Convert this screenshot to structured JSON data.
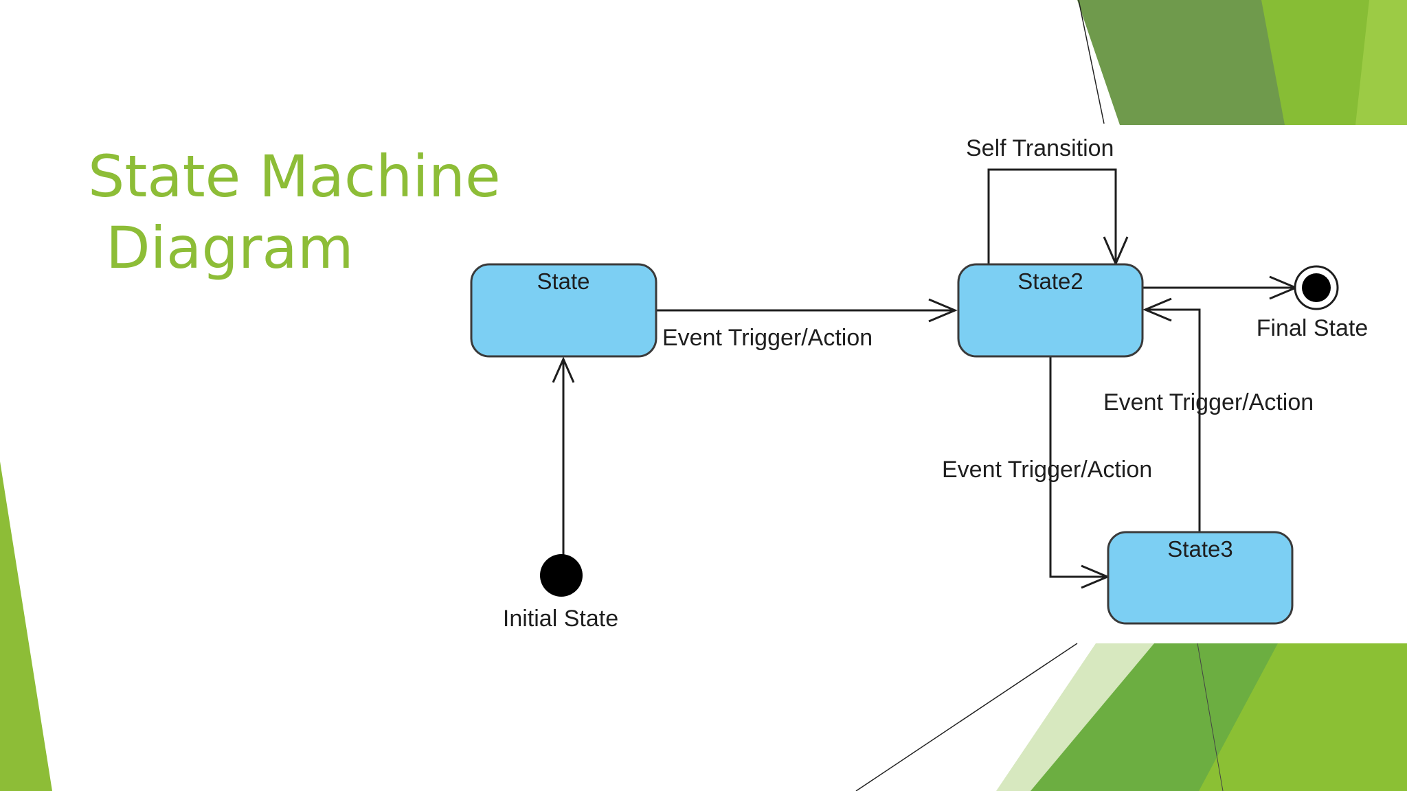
{
  "slide": {
    "title_line1": "State Machine",
    "title_line2": "Diagram"
  },
  "diagram": {
    "states": {
      "state1": "State",
      "state2": "State2",
      "state3": "State3"
    },
    "pseudo_states": {
      "initial": "Initial State",
      "final": "Final State"
    },
    "transitions": {
      "state1_to_state2": "Event Trigger/Action",
      "self_transition": "Self Transition",
      "state2_to_state3": "Event Trigger/Action",
      "state3_to_state2": "Event Trigger/Action"
    }
  },
  "colors": {
    "accent_green": "#8dbd37",
    "state_fill": "#7ccff3",
    "state_stroke": "#3a3a3a",
    "line": "#1e1e1e"
  }
}
